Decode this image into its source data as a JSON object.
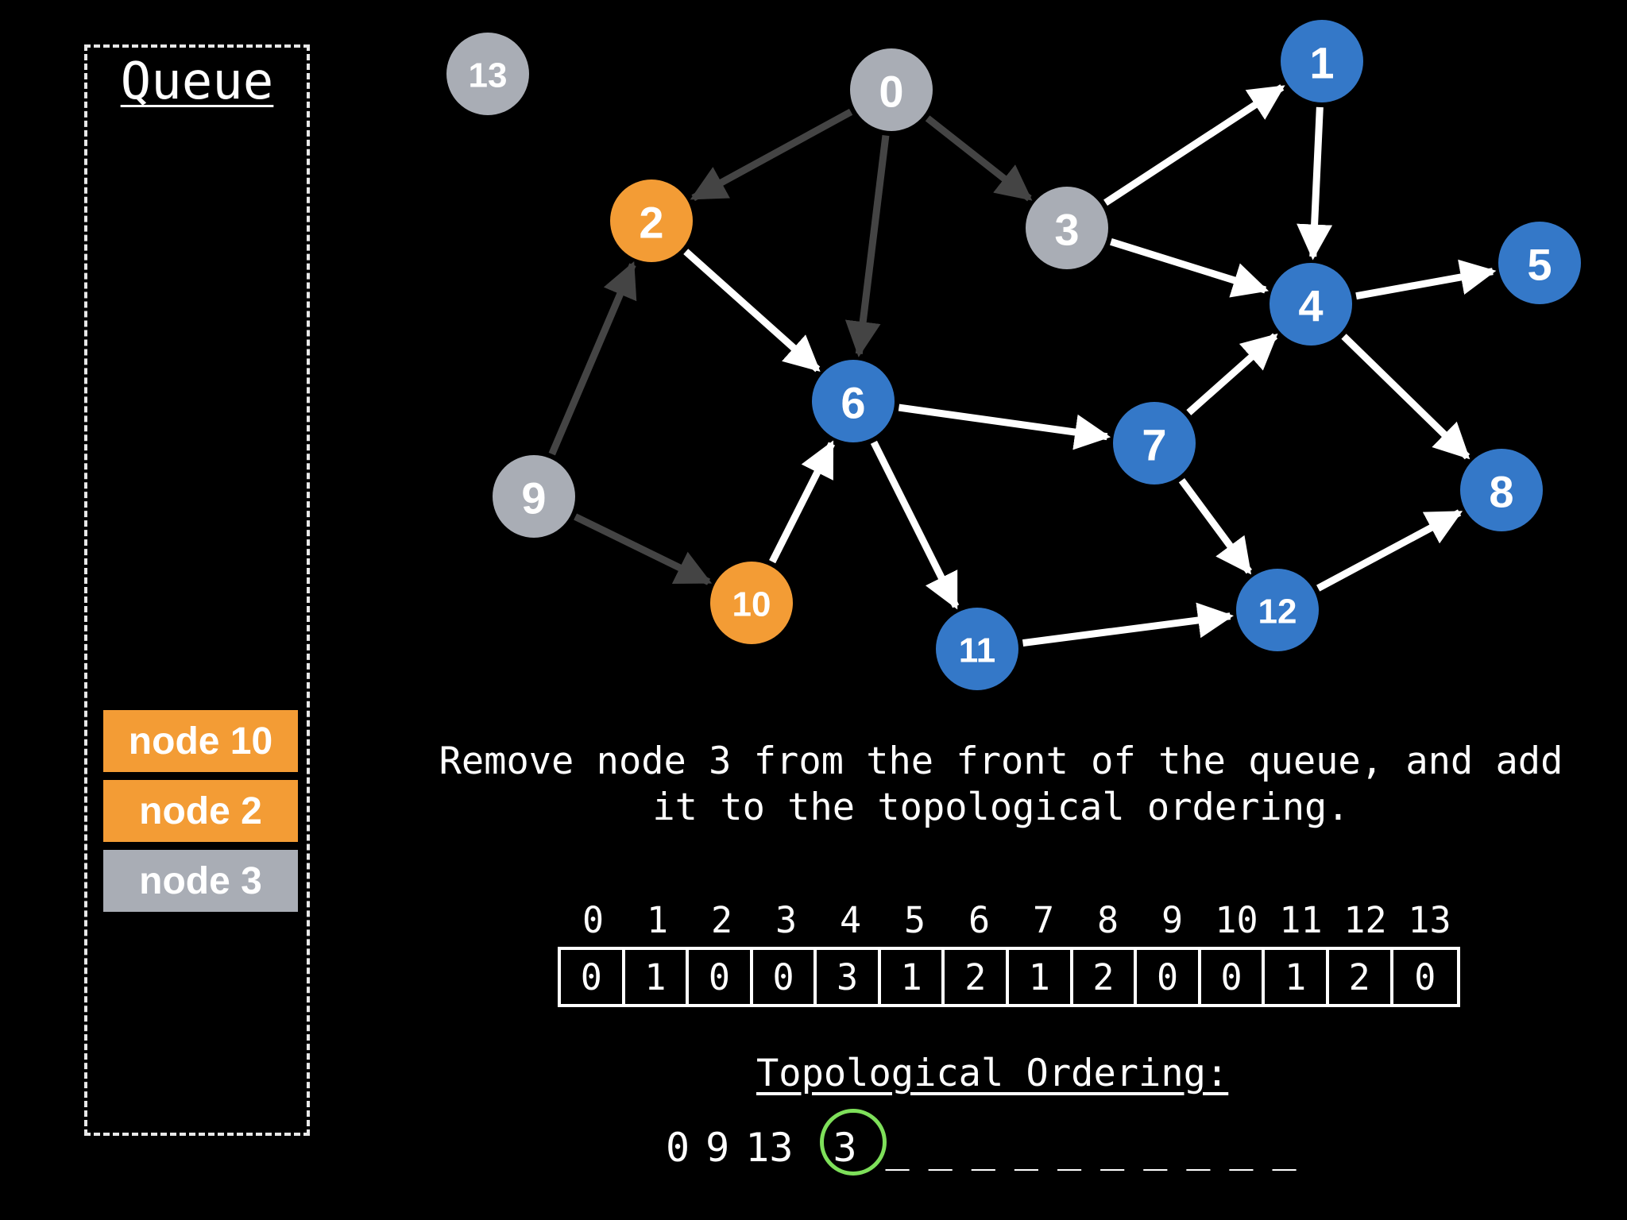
{
  "queue": {
    "title": "Queue",
    "items": [
      {
        "label": "node 10",
        "color": "#f39c35"
      },
      {
        "label": "node 2",
        "color": "#f39c35"
      },
      {
        "label": "node 3",
        "color": "#a9adb5"
      }
    ]
  },
  "colors": {
    "gray": "#a9adb5",
    "orange": "#f39c35",
    "blue": "#3478c8",
    "edge_white": "#ffffff",
    "edge_dark": "#444444",
    "highlight": "#7ee05a"
  },
  "graph": {
    "nodes": [
      {
        "id": "0",
        "state": "gray"
      },
      {
        "id": "1",
        "state": "blue"
      },
      {
        "id": "2",
        "state": "orange"
      },
      {
        "id": "3",
        "state": "gray"
      },
      {
        "id": "4",
        "state": "blue"
      },
      {
        "id": "5",
        "state": "blue"
      },
      {
        "id": "6",
        "state": "blue"
      },
      {
        "id": "7",
        "state": "blue"
      },
      {
        "id": "8",
        "state": "blue"
      },
      {
        "id": "9",
        "state": "gray"
      },
      {
        "id": "10",
        "state": "orange"
      },
      {
        "id": "11",
        "state": "blue"
      },
      {
        "id": "12",
        "state": "blue"
      },
      {
        "id": "13",
        "state": "gray"
      }
    ],
    "edges": [
      {
        "from": "0",
        "to": "2",
        "style": "dark"
      },
      {
        "from": "0",
        "to": "3",
        "style": "dark"
      },
      {
        "from": "0",
        "to": "6",
        "style": "dark"
      },
      {
        "from": "9",
        "to": "2",
        "style": "dark"
      },
      {
        "from": "9",
        "to": "10",
        "style": "dark"
      },
      {
        "from": "3",
        "to": "1",
        "style": "white"
      },
      {
        "from": "3",
        "to": "4",
        "style": "white"
      },
      {
        "from": "1",
        "to": "4",
        "style": "white"
      },
      {
        "from": "4",
        "to": "5",
        "style": "white"
      },
      {
        "from": "4",
        "to": "8",
        "style": "white"
      },
      {
        "from": "2",
        "to": "6",
        "style": "white"
      },
      {
        "from": "10",
        "to": "6",
        "style": "white"
      },
      {
        "from": "6",
        "to": "7",
        "style": "white"
      },
      {
        "from": "6",
        "to": "11",
        "style": "white"
      },
      {
        "from": "7",
        "to": "4",
        "style": "white"
      },
      {
        "from": "7",
        "to": "12",
        "style": "white"
      },
      {
        "from": "11",
        "to": "12",
        "style": "white"
      },
      {
        "from": "12",
        "to": "8",
        "style": "white"
      }
    ]
  },
  "caption": "Remove node 3 from the front of the queue, and add\nit to the topological ordering.",
  "indegree": {
    "indices": [
      "0",
      "1",
      "2",
      "3",
      "4",
      "5",
      "6",
      "7",
      "8",
      "9",
      "10",
      "11",
      "12",
      "13"
    ],
    "values": [
      "0",
      "1",
      "0",
      "0",
      "3",
      "1",
      "2",
      "1",
      "2",
      "0",
      "0",
      "1",
      "2",
      "0"
    ]
  },
  "ordering": {
    "title": "Topological Ordering:",
    "values": [
      "0",
      "9",
      "13",
      "3"
    ],
    "highlight": "3",
    "blank_count": 10
  }
}
